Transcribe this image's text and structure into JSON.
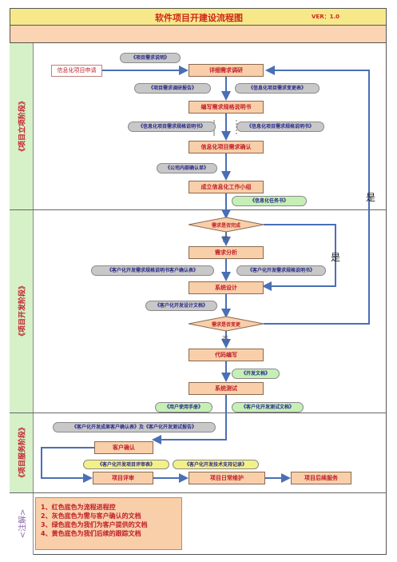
{
  "header": {
    "title": "软件项目开建设流程图",
    "version": "VER：1.0"
  },
  "lanes": {
    "initiation": "《项目立项阶段》",
    "development": "《项目开发阶段》",
    "service": "《项目服务阶段》",
    "note": "<注解>"
  },
  "source": {
    "label": "信息化项目申请"
  },
  "processes": {
    "detail_research": "详细需求调研",
    "write_spec": "编写需求规格说明书",
    "confirm_req": "信息化项目需求确认",
    "form_team": "成立信息化工作小组",
    "req_analysis": "需求分析",
    "system_design": "系统设计",
    "code_write": "代码编写",
    "system_test": "系统测试",
    "customer_confirm": "客户确认",
    "project_review": "项目评审",
    "daily_maintain": "项目日常维护",
    "after_service": "项目后续服务"
  },
  "decisions": {
    "req_complete": "需求是否完成",
    "req_change": "需求是否变更",
    "yes": "是",
    "no": "否"
  },
  "docs": {
    "req_explain": "《项目需求说明》",
    "req_report": "《项目需求调研报告》",
    "req_change_table": "《信息化项目需求变更表》",
    "spec_book_left": "《信息化项目需求规格说明书》",
    "spec_book_right": "《信息化项目需求规格说明书》",
    "internal_confirm": "《公司内部确认单》",
    "task_book": "《信息化任务书》",
    "cust_confirm_spec": "《客户化开发需求规格说明书客户确认表》",
    "cust_spec": "《客户化开发需求规格说明书》",
    "cust_design": "《客户化开发设计文档》",
    "dev_doc": "《开发文档》",
    "user_manual": "《用户使用手册》",
    "cust_test_doc": "《客户化开发测试文档》",
    "result_confirm": "《客户化开发成果客户确认表》及《客户化开发测试报告》",
    "review_table": "《客户化开发项目评审表》",
    "support_record": "《客户化开发技术支持记录》"
  },
  "legend": [
    "1、红色底色为流程进程控",
    "2、灰色底色为需与客户确认的文档",
    "3、绿色底色为我们为客户提供的文档",
    "4、黄色底色为我们后续的跟踪文档"
  ],
  "colors": {
    "process": "#f9cfaa",
    "gray_doc": "#c8c8c8",
    "green_doc": "#c6efb6",
    "yellow_doc": "#f4f088",
    "arrow": "#4a6fb5"
  }
}
